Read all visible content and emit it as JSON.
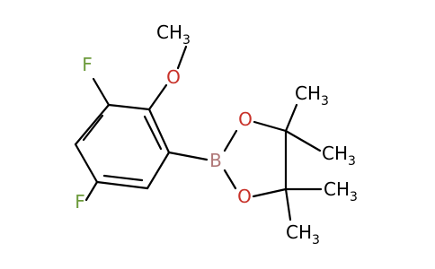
{
  "molecule": {
    "atoms": {
      "fluorine_top": "F",
      "fluorine_bottom": "F",
      "methoxy_oxygen": "O",
      "methoxy_methyl": {
        "main": "CH",
        "sub": "3"
      },
      "boron": "B",
      "ring_oxygen_top": "O",
      "ring_oxygen_bottom": "O",
      "methyl_1": {
        "main": "CH",
        "sub": "3"
      },
      "methyl_2": {
        "main": "CH",
        "sub": "3"
      },
      "methyl_3": {
        "main": "CH",
        "sub": "3"
      },
      "methyl_4": {
        "main": "CH",
        "sub": "3"
      }
    },
    "colors": {
      "bond": "#000000",
      "fluorine": "#6b9a3a",
      "oxygen": "#c8322a",
      "boron": "#b07878",
      "carbon": "#000000"
    }
  }
}
